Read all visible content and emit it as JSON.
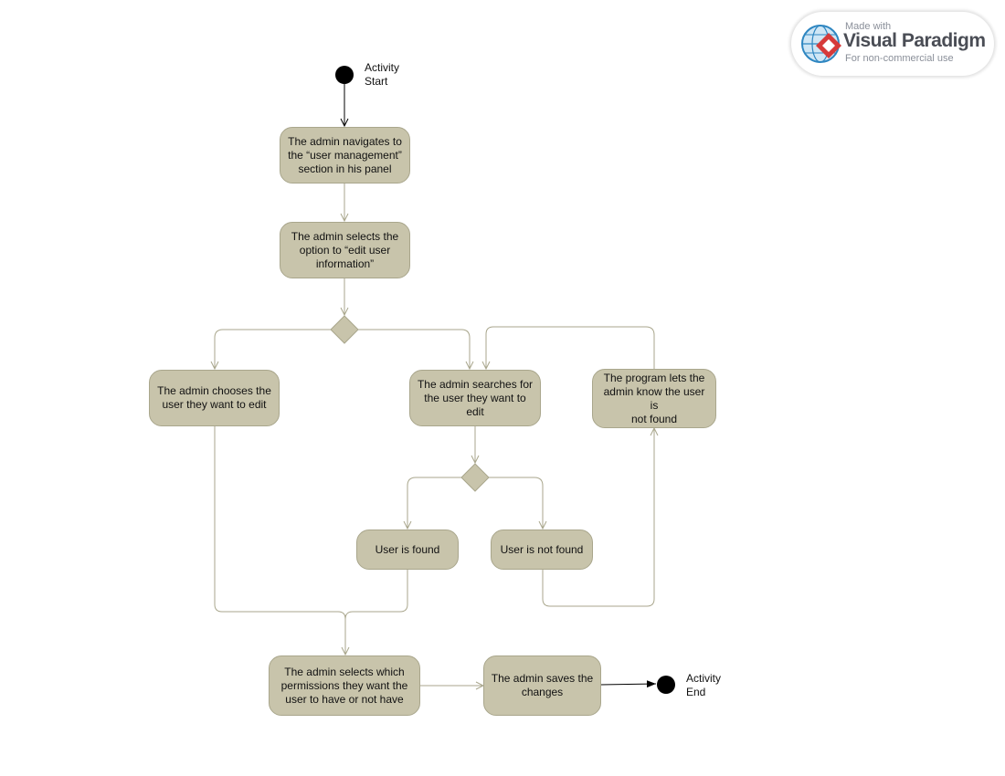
{
  "watermark": {
    "made_with": "Made with",
    "brand": "Visual Paradigm",
    "usage": "For non-commercial use"
  },
  "start_label": "Activity\nStart",
  "end_label": "Activity\nEnd",
  "actions": {
    "navigate": "The admin navigates to\nthe “user management”\nsection in his panel",
    "select_edit": "The admin selects the\noption to “edit user\ninformation”",
    "choose_user": "The admin chooses the\nuser they want to edit",
    "search_user": "The admin searches for\nthe user they want to edit",
    "not_found_msg": "The program lets the\nadmin know the user is\nnot found",
    "user_found": "User is found",
    "user_not_found": "User is not found",
    "select_permissions": "The admin selects which\npermissions they want the\nuser to have or not have",
    "save_changes": "The admin saves the\nchanges"
  },
  "colors": {
    "node_fill": "#c8c4ab",
    "node_border": "#a9a68c",
    "flow_line": "#a9a68c",
    "initial_final": "#000000"
  }
}
